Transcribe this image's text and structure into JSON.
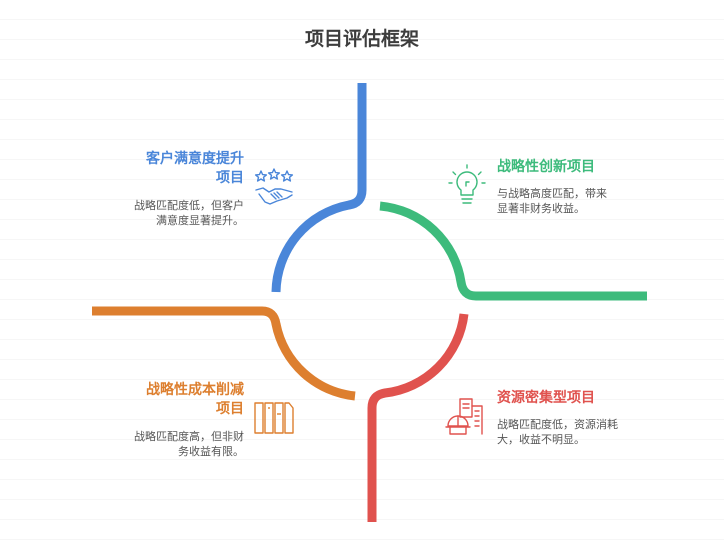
{
  "title": "项目评估框架",
  "quadrants": {
    "top_left": {
      "title_line1": "客户满意度提升",
      "title_line2": "项目",
      "desc_line1": "战略匹配度低，但客户",
      "desc_line2": "满意度显著提升。",
      "color": "#4a86d9",
      "icon": "handshake-stars-icon"
    },
    "top_right": {
      "title_line1": "战略性创新项目",
      "desc_line1": "与战略高度匹配，带来",
      "desc_line2": "显著非财务收益。",
      "color": "#3dbb7c",
      "icon": "lightbulb-icon"
    },
    "bottom_left": {
      "title_line1": "战略性成本削减",
      "title_line2": "项目",
      "desc_line1": "战略匹配度高，但非财",
      "desc_line2": "务收益有限。",
      "color": "#dd7f2f",
      "icon": "columns-icon"
    },
    "bottom_right": {
      "title_line1": "资源密集型项目",
      "desc_line1": "战略匹配度低，资源消耗",
      "desc_line2": "大，收益不明显。",
      "color": "#e0524e",
      "icon": "worker-building-icon"
    }
  }
}
